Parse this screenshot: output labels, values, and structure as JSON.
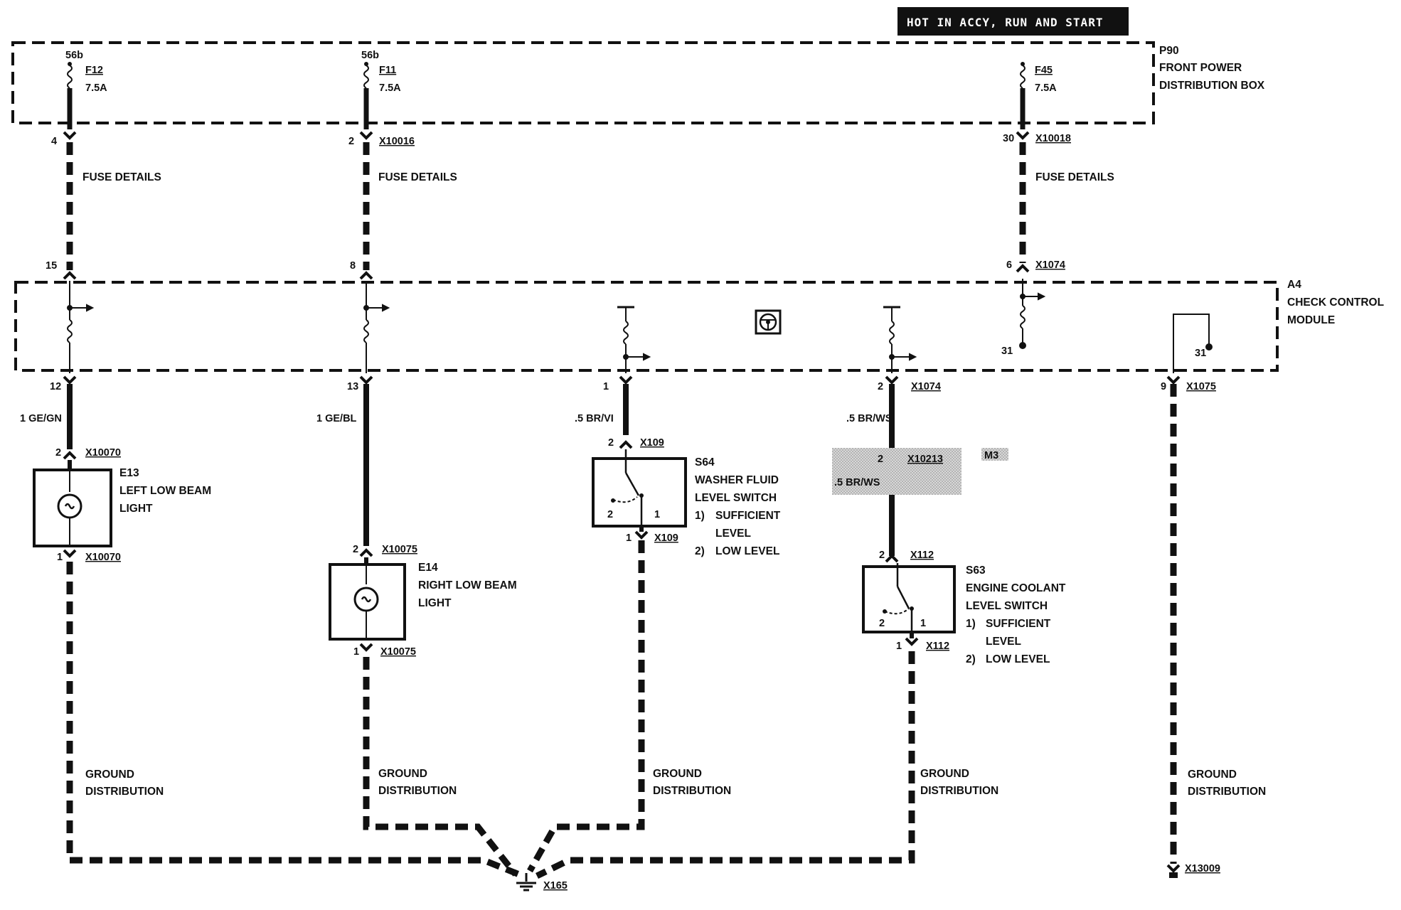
{
  "banner": "HOT IN ACCY, RUN AND START",
  "p90": {
    "id": "P90",
    "line1": "FRONT POWER",
    "line2": "DISTRIBUTION BOX"
  },
  "a4": {
    "id": "A4",
    "line1": "CHECK CONTROL",
    "line2": "MODULE"
  },
  "fuses": [
    {
      "term": "56b",
      "name": "F12",
      "rating": "7.5A",
      "pin_out": "4",
      "connector": ""
    },
    {
      "term": "56b",
      "name": "F11",
      "rating": "7.5A",
      "pin_out": "2",
      "connector": "X10016"
    },
    {
      "term": "",
      "name": "F45",
      "rating": "7.5A",
      "pin_out": "30",
      "connector": "X10018"
    }
  ],
  "fuse_details": "FUSE DETAILS",
  "a4_inputs": [
    {
      "pin": "15",
      "connector": ""
    },
    {
      "pin": "8",
      "connector": ""
    },
    {
      "pin": "6",
      "connector": "X1074"
    }
  ],
  "a4_ground_pins": [
    "31",
    "31"
  ],
  "a4_outputs": [
    {
      "pin": "12",
      "connector": "",
      "wire": "1 GE/GN"
    },
    {
      "pin": "13",
      "connector": "",
      "wire": "1 GE/BL"
    },
    {
      "pin": "1",
      "connector": "",
      "wire": ".5 BR/VI"
    },
    {
      "pin": "2",
      "connector": "X1074",
      "wire": ".5 BR/WS"
    },
    {
      "pin": "9",
      "connector": "X1075",
      "wire": ""
    }
  ],
  "e13": {
    "id": "E13",
    "line1": "LEFT LOW BEAM",
    "line2": "LIGHT",
    "pin_in": "2",
    "conn_in": "X10070",
    "pin_out": "1",
    "conn_out": "X10070"
  },
  "e14": {
    "id": "E14",
    "line1": "RIGHT LOW BEAM",
    "line2": "LIGHT",
    "pin_in": "2",
    "conn_in": "X10075",
    "pin_out": "1",
    "conn_out": "X10075"
  },
  "s64": {
    "id": "S64",
    "line1": "WASHER FLUID",
    "line2": "LEVEL SWITCH",
    "opt1_num": "1)",
    "opt1a": "SUFFICIENT",
    "opt1b": "LEVEL",
    "opt2_num": "2)",
    "opt2": "LOW LEVEL",
    "pin_in": "2",
    "conn_in": "X109",
    "pin_out": "1",
    "conn_out": "X109",
    "c2": "2",
    "c1": "1"
  },
  "s63": {
    "id": "S63",
    "line1": "ENGINE COOLANT",
    "line2": "LEVEL SWITCH",
    "opt1_num": "1)",
    "opt1a": "SUFFICIENT",
    "opt1b": "LEVEL",
    "opt2_num": "2)",
    "opt2": "LOW LEVEL",
    "pin_in": "2",
    "conn_in": "X112",
    "pin_out": "1",
    "conn_out": "X112",
    "c2": "2",
    "c1": "1"
  },
  "m3": {
    "pin": "2",
    "connector": "X10213",
    "tag": "M3",
    "wire": ".5 BR/WS"
  },
  "ground_label": {
    "line1": "GROUND",
    "line2": "DISTRIBUTION"
  },
  "ground_point": "X165",
  "ground_end": "X13009"
}
